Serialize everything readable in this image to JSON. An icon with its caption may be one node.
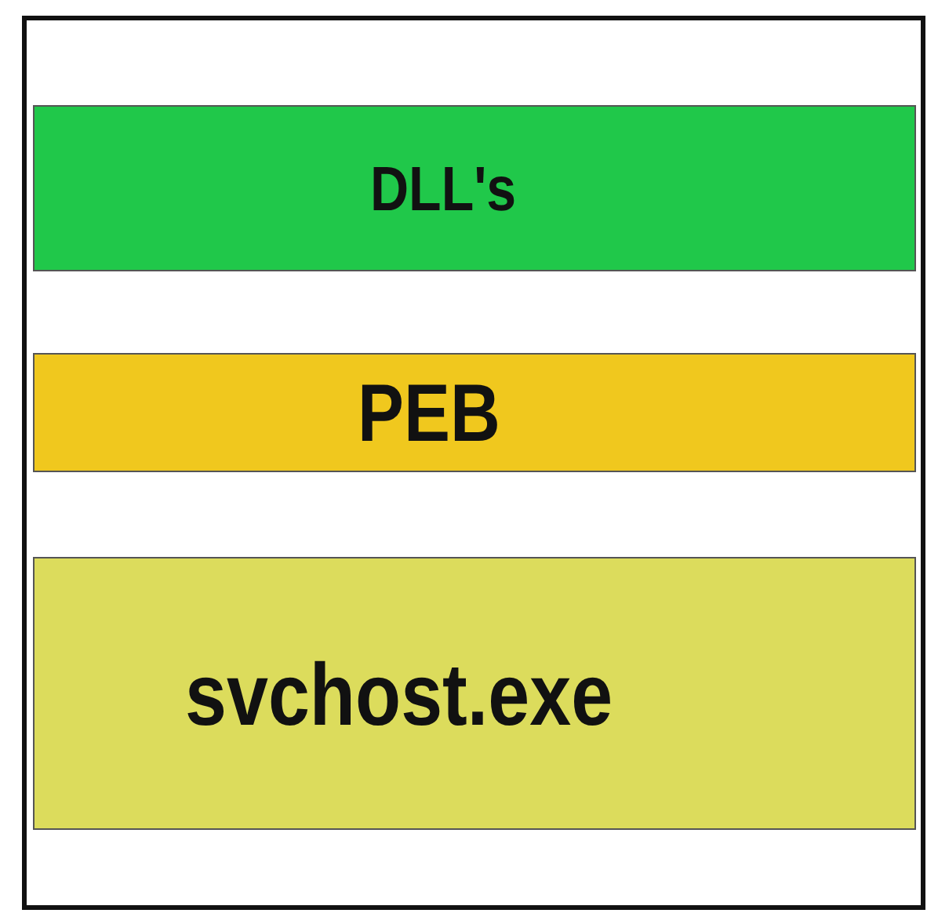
{
  "diagram": {
    "nodes": [
      {
        "text": [],
        "shape": "box"
      },
      {
        "text": [
          "DLL's"
        ],
        "in": 0
      },
      {
        "text": [
          "PEB"
        ],
        "in": 0
      },
      {
        "text": [
          "svchost.exe"
        ],
        "in": 0
      }
    ]
  }
}
